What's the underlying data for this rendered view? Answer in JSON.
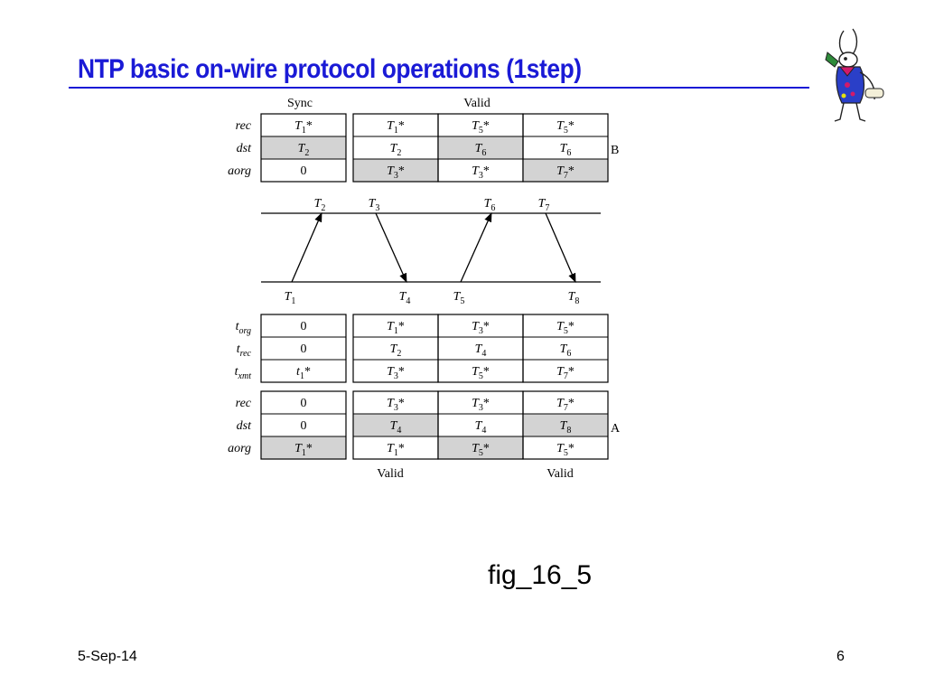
{
  "slide": {
    "title": "NTP basic on-wire protocol operations (1step)",
    "figure_label": "fig_16_5",
    "date": "5-Sep-14",
    "page_number": "6"
  },
  "colors": {
    "title": "#1a1ad6",
    "shaded_cell": "#d3d3d3",
    "line": "#000000"
  },
  "diagram": {
    "top_labels": [
      {
        "col": 0,
        "text": "Sync"
      },
      {
        "col": 2,
        "text": "Valid"
      }
    ],
    "bottom_labels": [
      {
        "col": 1,
        "text": "Valid"
      },
      {
        "col": 3,
        "text": "Valid"
      }
    ],
    "side_label_B": "B",
    "side_label_A": "A",
    "groups": [
      {
        "id": "b",
        "rows": [
          {
            "label": "rec",
            "sub": "",
            "cells": [
              {
                "var": "T",
                "sub": "1",
                "star": true,
                "shaded": false
              },
              {
                "var": "T",
                "sub": "1",
                "star": true,
                "shaded": false
              },
              {
                "var": "T",
                "sub": "5",
                "star": true,
                "shaded": false
              },
              {
                "var": "T",
                "sub": "5",
                "star": true,
                "shaded": false
              }
            ]
          },
          {
            "label": "dst",
            "sub": "",
            "cells": [
              {
                "var": "T",
                "sub": "2",
                "star": false,
                "shaded": true
              },
              {
                "var": "T",
                "sub": "2",
                "star": false,
                "shaded": false
              },
              {
                "var": "T",
                "sub": "6",
                "star": false,
                "shaded": true
              },
              {
                "var": "T",
                "sub": "6",
                "star": false,
                "shaded": false
              }
            ]
          },
          {
            "label": "aorg",
            "sub": "",
            "cells": [
              {
                "var": "0",
                "sub": "",
                "star": false,
                "shaded": false
              },
              {
                "var": "T",
                "sub": "3",
                "star": true,
                "shaded": true
              },
              {
                "var": "T",
                "sub": "3",
                "star": true,
                "shaded": false
              },
              {
                "var": "T",
                "sub": "7",
                "star": true,
                "shaded": true
              }
            ]
          }
        ]
      },
      {
        "id": "a1",
        "rows": [
          {
            "label": "t",
            "sub": "org",
            "cells": [
              {
                "var": "0",
                "sub": "",
                "star": false,
                "shaded": false
              },
              {
                "var": "T",
                "sub": "1",
                "star": true,
                "shaded": false
              },
              {
                "var": "T",
                "sub": "3",
                "star": true,
                "shaded": false
              },
              {
                "var": "T",
                "sub": "5",
                "star": true,
                "shaded": false
              }
            ]
          },
          {
            "label": "t",
            "sub": "rec",
            "cells": [
              {
                "var": "0",
                "sub": "",
                "star": false,
                "shaded": false
              },
              {
                "var": "T",
                "sub": "2",
                "star": false,
                "shaded": false
              },
              {
                "var": "T",
                "sub": "4",
                "star": false,
                "shaded": false
              },
              {
                "var": "T",
                "sub": "6",
                "star": false,
                "shaded": false
              }
            ]
          },
          {
            "label": "t",
            "sub": "xmt",
            "cells": [
              {
                "var": "t",
                "sub": "1",
                "star": true,
                "shaded": false
              },
              {
                "var": "T",
                "sub": "3",
                "star": true,
                "shaded": false
              },
              {
                "var": "T",
                "sub": "5",
                "star": true,
                "shaded": false
              },
              {
                "var": "T",
                "sub": "7",
                "star": true,
                "shaded": false
              }
            ]
          }
        ]
      },
      {
        "id": "a2",
        "rows": [
          {
            "label": "rec",
            "sub": "",
            "cells": [
              {
                "var": "0",
                "sub": "",
                "star": false,
                "shaded": false
              },
              {
                "var": "T",
                "sub": "3",
                "star": true,
                "shaded": false
              },
              {
                "var": "T",
                "sub": "3",
                "star": true,
                "shaded": false
              },
              {
                "var": "T",
                "sub": "7",
                "star": true,
                "shaded": false
              }
            ]
          },
          {
            "label": "dst",
            "sub": "",
            "cells": [
              {
                "var": "0",
                "sub": "",
                "star": false,
                "shaded": false
              },
              {
                "var": "T",
                "sub": "4",
                "star": false,
                "shaded": true
              },
              {
                "var": "T",
                "sub": "4",
                "star": false,
                "shaded": false
              },
              {
                "var": "T",
                "sub": "8",
                "star": false,
                "shaded": true
              }
            ]
          },
          {
            "label": "aorg",
            "sub": "",
            "cells": [
              {
                "var": "T",
                "sub": "1",
                "star": true,
                "shaded": true
              },
              {
                "var": "T",
                "sub": "1",
                "star": true,
                "shaded": false
              },
              {
                "var": "T",
                "sub": "5",
                "star": true,
                "shaded": true
              },
              {
                "var": "T",
                "sub": "5",
                "star": true,
                "shaded": false
              }
            ]
          }
        ]
      }
    ],
    "timeline_top_labels": [
      {
        "var": "T",
        "sub": "2"
      },
      {
        "var": "T",
        "sub": "3"
      },
      {
        "var": "T",
        "sub": "6"
      },
      {
        "var": "T",
        "sub": "7"
      }
    ],
    "timeline_bottom_labels": [
      {
        "var": "T",
        "sub": "1"
      },
      {
        "var": "T",
        "sub": "4"
      },
      {
        "var": "T",
        "sub": "5"
      },
      {
        "var": "T",
        "sub": "8"
      }
    ],
    "messages": [
      {
        "name": "message-t1-to-t2",
        "direction": "up"
      },
      {
        "name": "message-t3-to-t4",
        "direction": "down"
      },
      {
        "name": "message-t5-to-t6",
        "direction": "up"
      },
      {
        "name": "message-t7-to-t8",
        "direction": "down"
      }
    ]
  }
}
